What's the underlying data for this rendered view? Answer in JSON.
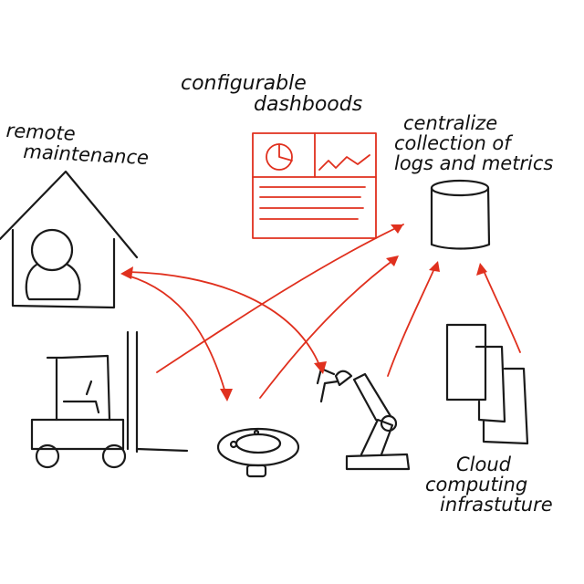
{
  "labels": {
    "remote_maintenance_1": "remote",
    "remote_maintenance_2": "maintenance",
    "dashboards_1": "configurable",
    "dashboards_2": "dashboods",
    "centralize_1": "centralize",
    "centralize_2": "collection of",
    "centralize_3": "logs and metrics",
    "cloud_1": "Cloud",
    "cloud_2": "computing",
    "cloud_3": "infrastuture"
  },
  "colors": {
    "ink": "#1a1a1a",
    "arrow": "#e0301e"
  },
  "icons": [
    "house-icon",
    "person-icon",
    "dashboard-icon",
    "database-icon",
    "forklift-icon",
    "robot-vacuum-icon",
    "robot-arm-icon",
    "servers-icon"
  ]
}
